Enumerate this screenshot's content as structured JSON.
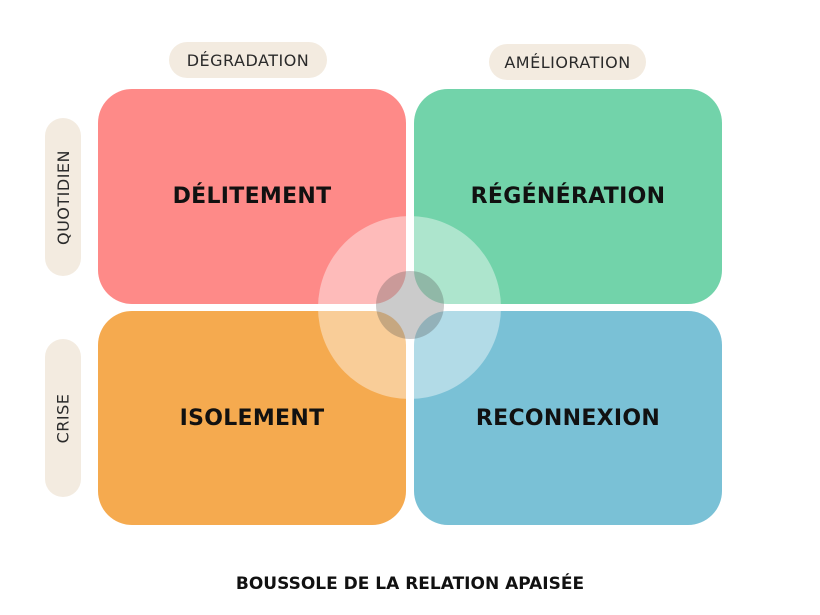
{
  "axes": {
    "top_left": "DÉGRADATION",
    "top_right": "AMÉLIORATION",
    "side_top": "QUOTIDIEN",
    "side_bottom": "CRISE"
  },
  "quadrants": {
    "top_left": {
      "label": "DÉLITEMENT",
      "color": "#fe8a88"
    },
    "top_right": {
      "label": "RÉGÉNÉRATION",
      "color": "#72d3aa"
    },
    "bottom_left": {
      "label": "ISOLEMENT",
      "color": "#f5aa4f"
    },
    "bottom_right": {
      "label": "RECONNEXION",
      "color": "#7ac1d6"
    }
  },
  "title": "BOUSSOLE DE LA RELATION APAISÉE"
}
